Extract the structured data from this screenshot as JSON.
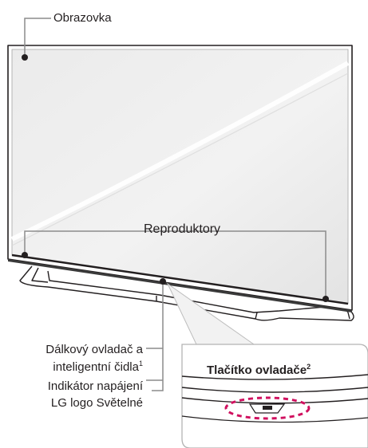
{
  "labels": {
    "screen": "Obrazovka",
    "speakers": "Reproduktory",
    "remote_sensor": "Dálkový ovladač a",
    "remote_sensor_line2": "inteligentní čidla",
    "remote_sensor_note": "1",
    "power_indicator": "Indikátor napájení",
    "lg_logo": "LG logo Světelné",
    "control_button": "Tlačítko ovladače",
    "control_button_note": "2"
  }
}
